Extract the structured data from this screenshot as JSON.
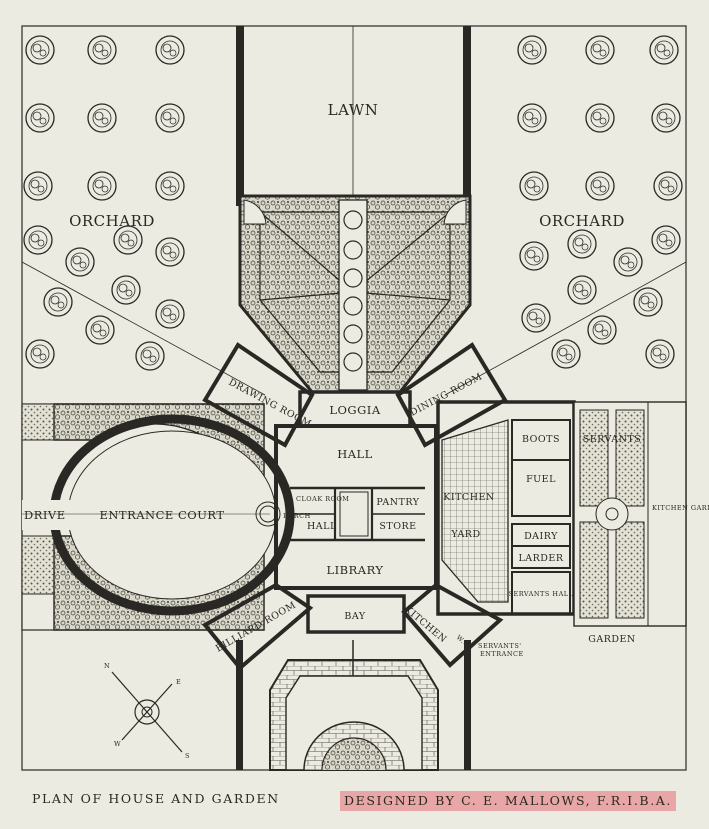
{
  "plan": {
    "areas": {
      "lawn": "LAWN",
      "orchard_left": "ORCHARD",
      "orchard_right": "ORCHARD",
      "drive": "DRIVE",
      "entrance_court": "ENTRANCE COURT",
      "kitchen_garden_small": "KITCHEN GARDEN",
      "garden": "GARDEN"
    },
    "rooms": {
      "drawing_room": "DRAWING ROOM",
      "loggia": "LOGGIA",
      "dining_room": "DINING ROOM",
      "hall": "HALL",
      "cloak_room": "CLOAK ROOM",
      "porch": "PORCH",
      "small_hall": "HALL",
      "pantry": "PANTRY",
      "store": "STORE",
      "library": "LIBRARY",
      "bay": "BAY",
      "billiard_room": "BILLIARD ROOM",
      "kitchen": "KITCHEN",
      "yard": "YARD",
      "boots": "BOOTS",
      "servants": "SERVANTS",
      "fuel": "FUEL",
      "dairy": "DAIRY",
      "larder": "LARDER",
      "servants_hall": "SERVANTS HALL",
      "kitchen_court": "KITCHEN",
      "wc": "W.C.",
      "servants_entrance_1": "SERVANTS'",
      "servants_entrance_2": "ENTRANCE"
    },
    "compass": {
      "n": "N",
      "s": "S",
      "e": "E",
      "w": "W"
    },
    "colors": {
      "ink": "#2a2824",
      "paper": "#ecebe1",
      "highlight": "#e8a6a6"
    }
  },
  "caption": {
    "left": "PLAN OF HOUSE AND GARDEN",
    "right": "DESIGNED BY C. E. MALLOWS, F.R.I.B.A."
  }
}
